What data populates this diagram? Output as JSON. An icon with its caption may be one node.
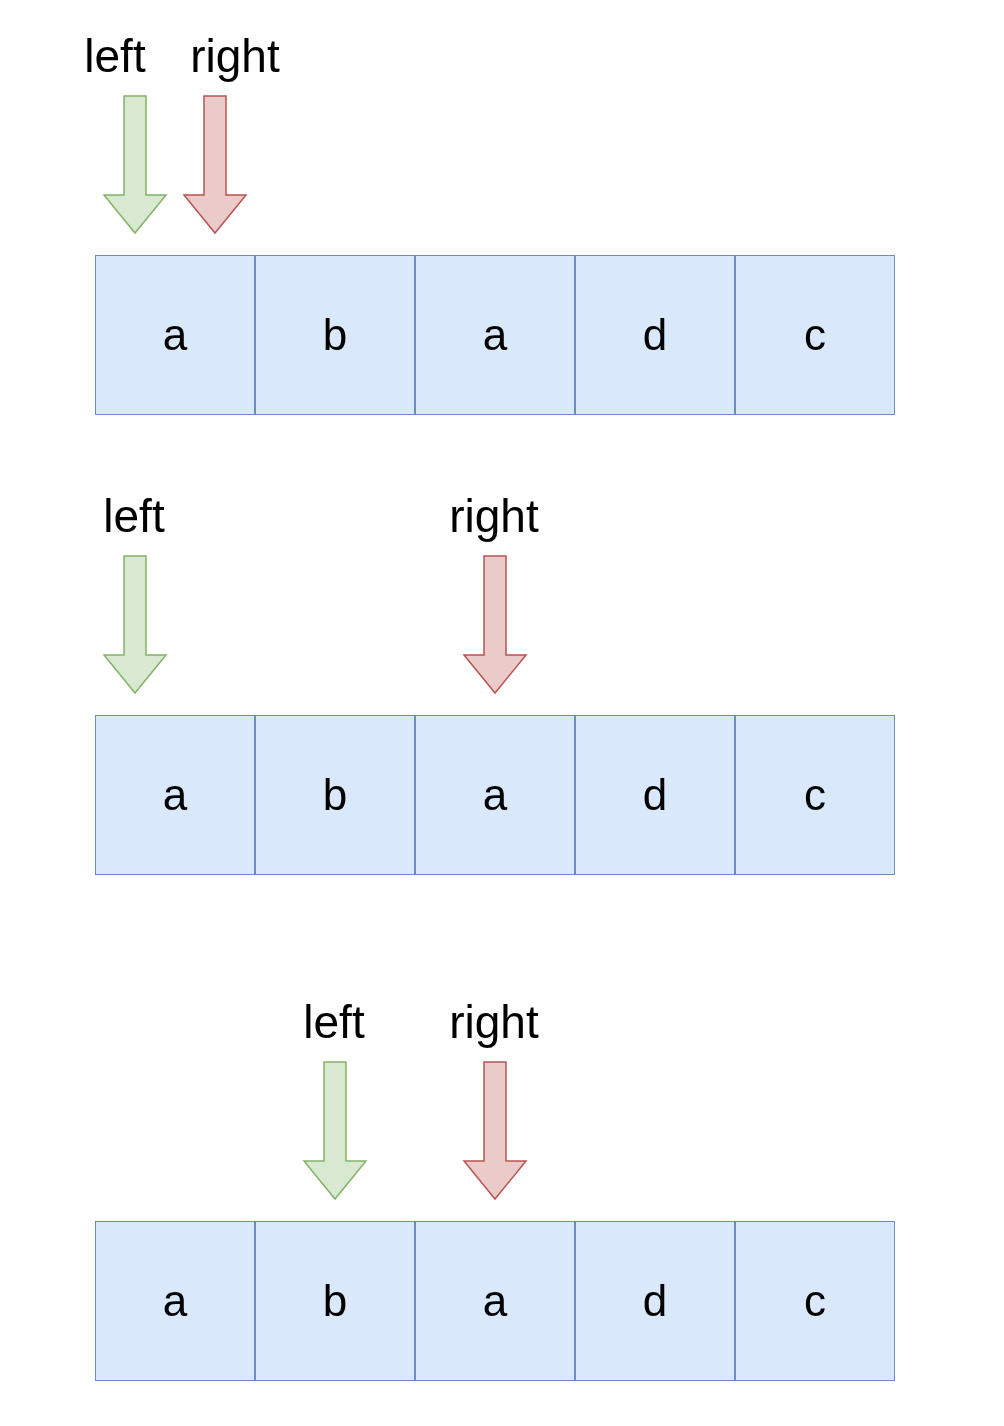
{
  "diagram": {
    "nodes": [
      {
        "text": [
          "left"
        ]
      },
      {
        "text": [
          "right"
        ]
      },
      {
        "text": [
          "a"
        ]
      },
      {
        "text": [
          "b"
        ]
      },
      {
        "text": [
          "a"
        ]
      },
      {
        "text": [
          "d"
        ]
      },
      {
        "text": [
          "c"
        ]
      },
      {
        "text": [
          "left"
        ]
      },
      {
        "text": [
          "right"
        ]
      },
      {
        "text": [
          "a"
        ]
      },
      {
        "text": [
          "b"
        ]
      },
      {
        "text": [
          "a"
        ]
      },
      {
        "text": [
          "d"
        ]
      },
      {
        "text": [
          "c"
        ]
      },
      {
        "text": [
          "left"
        ]
      },
      {
        "text": [
          "right"
        ]
      },
      {
        "text": [
          "a"
        ]
      },
      {
        "text": [
          "b"
        ]
      },
      {
        "text": [
          "a"
        ]
      },
      {
        "text": [
          "d"
        ]
      },
      {
        "text": [
          "c"
        ]
      }
    ],
    "edges": [
      {
        "from": 0,
        "to": 2,
        "arrow": "to",
        "style": "thick",
        "color": "#82b366"
      },
      {
        "from": 1,
        "to": 2,
        "arrow": "to",
        "style": "thick",
        "color": "#b85450"
      },
      {
        "from": 7,
        "to": 9,
        "arrow": "to",
        "style": "thick",
        "color": "#82b366"
      },
      {
        "from": 8,
        "to": 11,
        "arrow": "to",
        "style": "thick",
        "color": "#b85450"
      },
      {
        "from": 14,
        "to": 17,
        "arrow": "to",
        "style": "thick",
        "color": "#82b366"
      },
      {
        "from": 15,
        "to": 18,
        "arrow": "to",
        "style": "thick",
        "color": "#b85450"
      }
    ]
  }
}
